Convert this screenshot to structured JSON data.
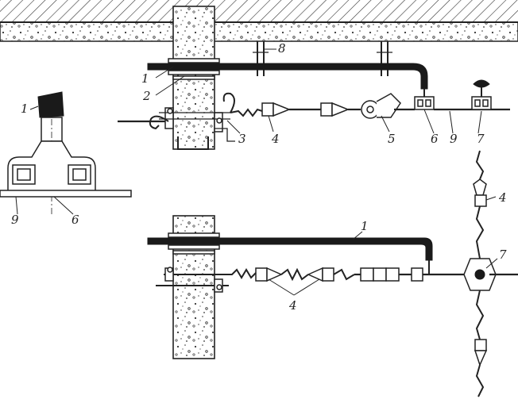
{
  "labels": {
    "top_detail": {
      "cable": "1",
      "clamp": "2",
      "hook": "3",
      "turnbuckle": "4",
      "end_fitting": "5",
      "bracket": "6",
      "wire": "9",
      "insulator": "7",
      "hanger": "8"
    },
    "side_detail": {
      "cable": "1",
      "wire": "9",
      "bracket": "6"
    },
    "bottom_detail": {
      "cable": "1",
      "turnbuckles": "4",
      "turnbuckle_vertical": "4",
      "cross_clamp": "7"
    }
  },
  "colors": {
    "ink": "#222222",
    "cable_fill": "#1a1a1a",
    "paper": "#ffffff"
  }
}
